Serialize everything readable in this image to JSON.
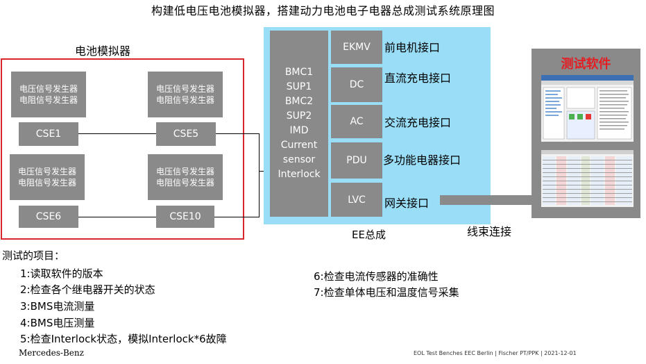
{
  "title": "构建低电压电池模拟器，搭建动力电池电子电器总成测试系统原理图",
  "simulator": {
    "label": "电池模拟器",
    "generator_text": [
      "电压信号发生器",
      "电阻信号发生器"
    ],
    "cse": [
      "CSE1",
      "CSE5",
      "CSE6",
      "CSE10"
    ]
  },
  "ee": {
    "bmc_lines": [
      "BMC1",
      "SUP1",
      "BMC2",
      "SUP2",
      "IMD",
      "Current",
      "sensor",
      "Interlock"
    ],
    "ports": [
      {
        "name": "EKMV",
        "label": "前电机接口"
      },
      {
        "name": "DC",
        "label": "直流充电接口"
      },
      {
        "name": "AC",
        "label": "交流充电接口"
      },
      {
        "name": "PDU",
        "label": "多功能电器接口"
      },
      {
        "name": "LVC",
        "label": "网关接口"
      }
    ],
    "label": "EE总成"
  },
  "harness_label": "线束连接",
  "software_label": "测试软件",
  "test_items_title": "测试的项目：",
  "test_items_left": [
    "1:读取软件的版本",
    "2:检查各个继电器开关的状态",
    "3:BMS电流测量",
    "4:BMS电压测量",
    "5:检查Interlock状态，模拟Interlock*6故障"
  ],
  "test_items_right": [
    "6:检查电流传感器的准确性",
    "7:检查单体电压和温度信号采集"
  ],
  "footer_brand": "Mercedes-Benz",
  "footer_note": "EOL Test Benches EEC Berlin | Fischer PT/PPK | 2021-12-01",
  "colors": {
    "accent_red": "#d9262a",
    "ee_blue": "#99ddf7",
    "block_gray": "#8a8a8a"
  }
}
